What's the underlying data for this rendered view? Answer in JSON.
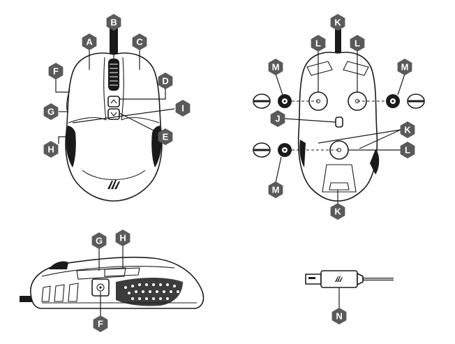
{
  "colors": {
    "callout_fill": "#5a5a5a",
    "callout_text": "#ffffff",
    "line": "#1a1a1a",
    "background": "#ffffff"
  },
  "callouts": {
    "top_view": {
      "A": "A",
      "B": "B",
      "C": "C",
      "D": "D",
      "E": "E",
      "F": "F",
      "G": "G",
      "H": "H",
      "I": "I"
    },
    "bottom_view": {
      "K_top": "K",
      "L_left": "L",
      "L_right": "L",
      "M_left": "M",
      "M_right": "M",
      "J": "J",
      "K_mid": "K",
      "L_mid": "L",
      "M_bottom": "M",
      "K_bottom": "K"
    },
    "side_view": {
      "G": "G",
      "H": "H",
      "F": "F"
    },
    "cable_view": {
      "N": "N"
    }
  },
  "icons": [
    "corsair-logo-icon",
    "usb-connector-icon"
  ]
}
